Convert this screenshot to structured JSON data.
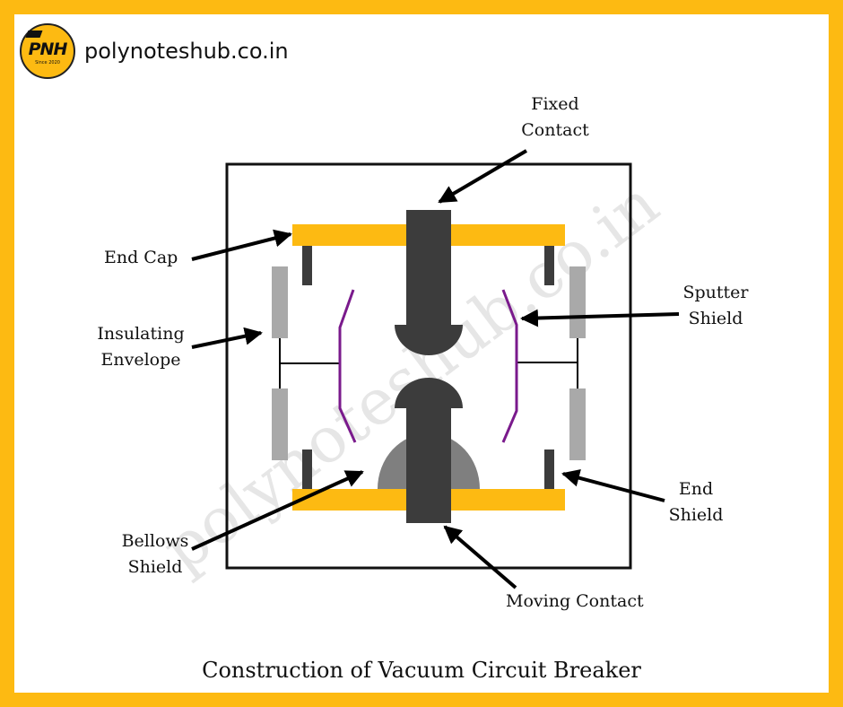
{
  "header": {
    "logo_text": "PNH",
    "logo_subtext": "Since 2020",
    "site_name": "polynoteshub.co.in"
  },
  "watermark": "polynoteshub.co.in",
  "labels": {
    "fixed_contact": [
      "Fixed",
      "Contact"
    ],
    "end_cap": "End Cap",
    "insulating_envelope": [
      "Insulating",
      "Envelope"
    ],
    "sputter_shield": [
      "Sputter",
      "Shield"
    ],
    "end_shield": [
      "End",
      "Shield"
    ],
    "bellows_shield": [
      "Bellows",
      "Shield"
    ],
    "moving_contact": "Moving Contact"
  },
  "caption": "Construction of Vacuum Circuit Breaker",
  "colors": {
    "border": "#FDBA12",
    "end_cap": "#FDBA12",
    "contact": "#3C3C3C",
    "envelope": "#A9A9A9",
    "bellows": "#7F7F7F",
    "sputter_shield": "#7A1A8C",
    "arrow": "#000000"
  }
}
